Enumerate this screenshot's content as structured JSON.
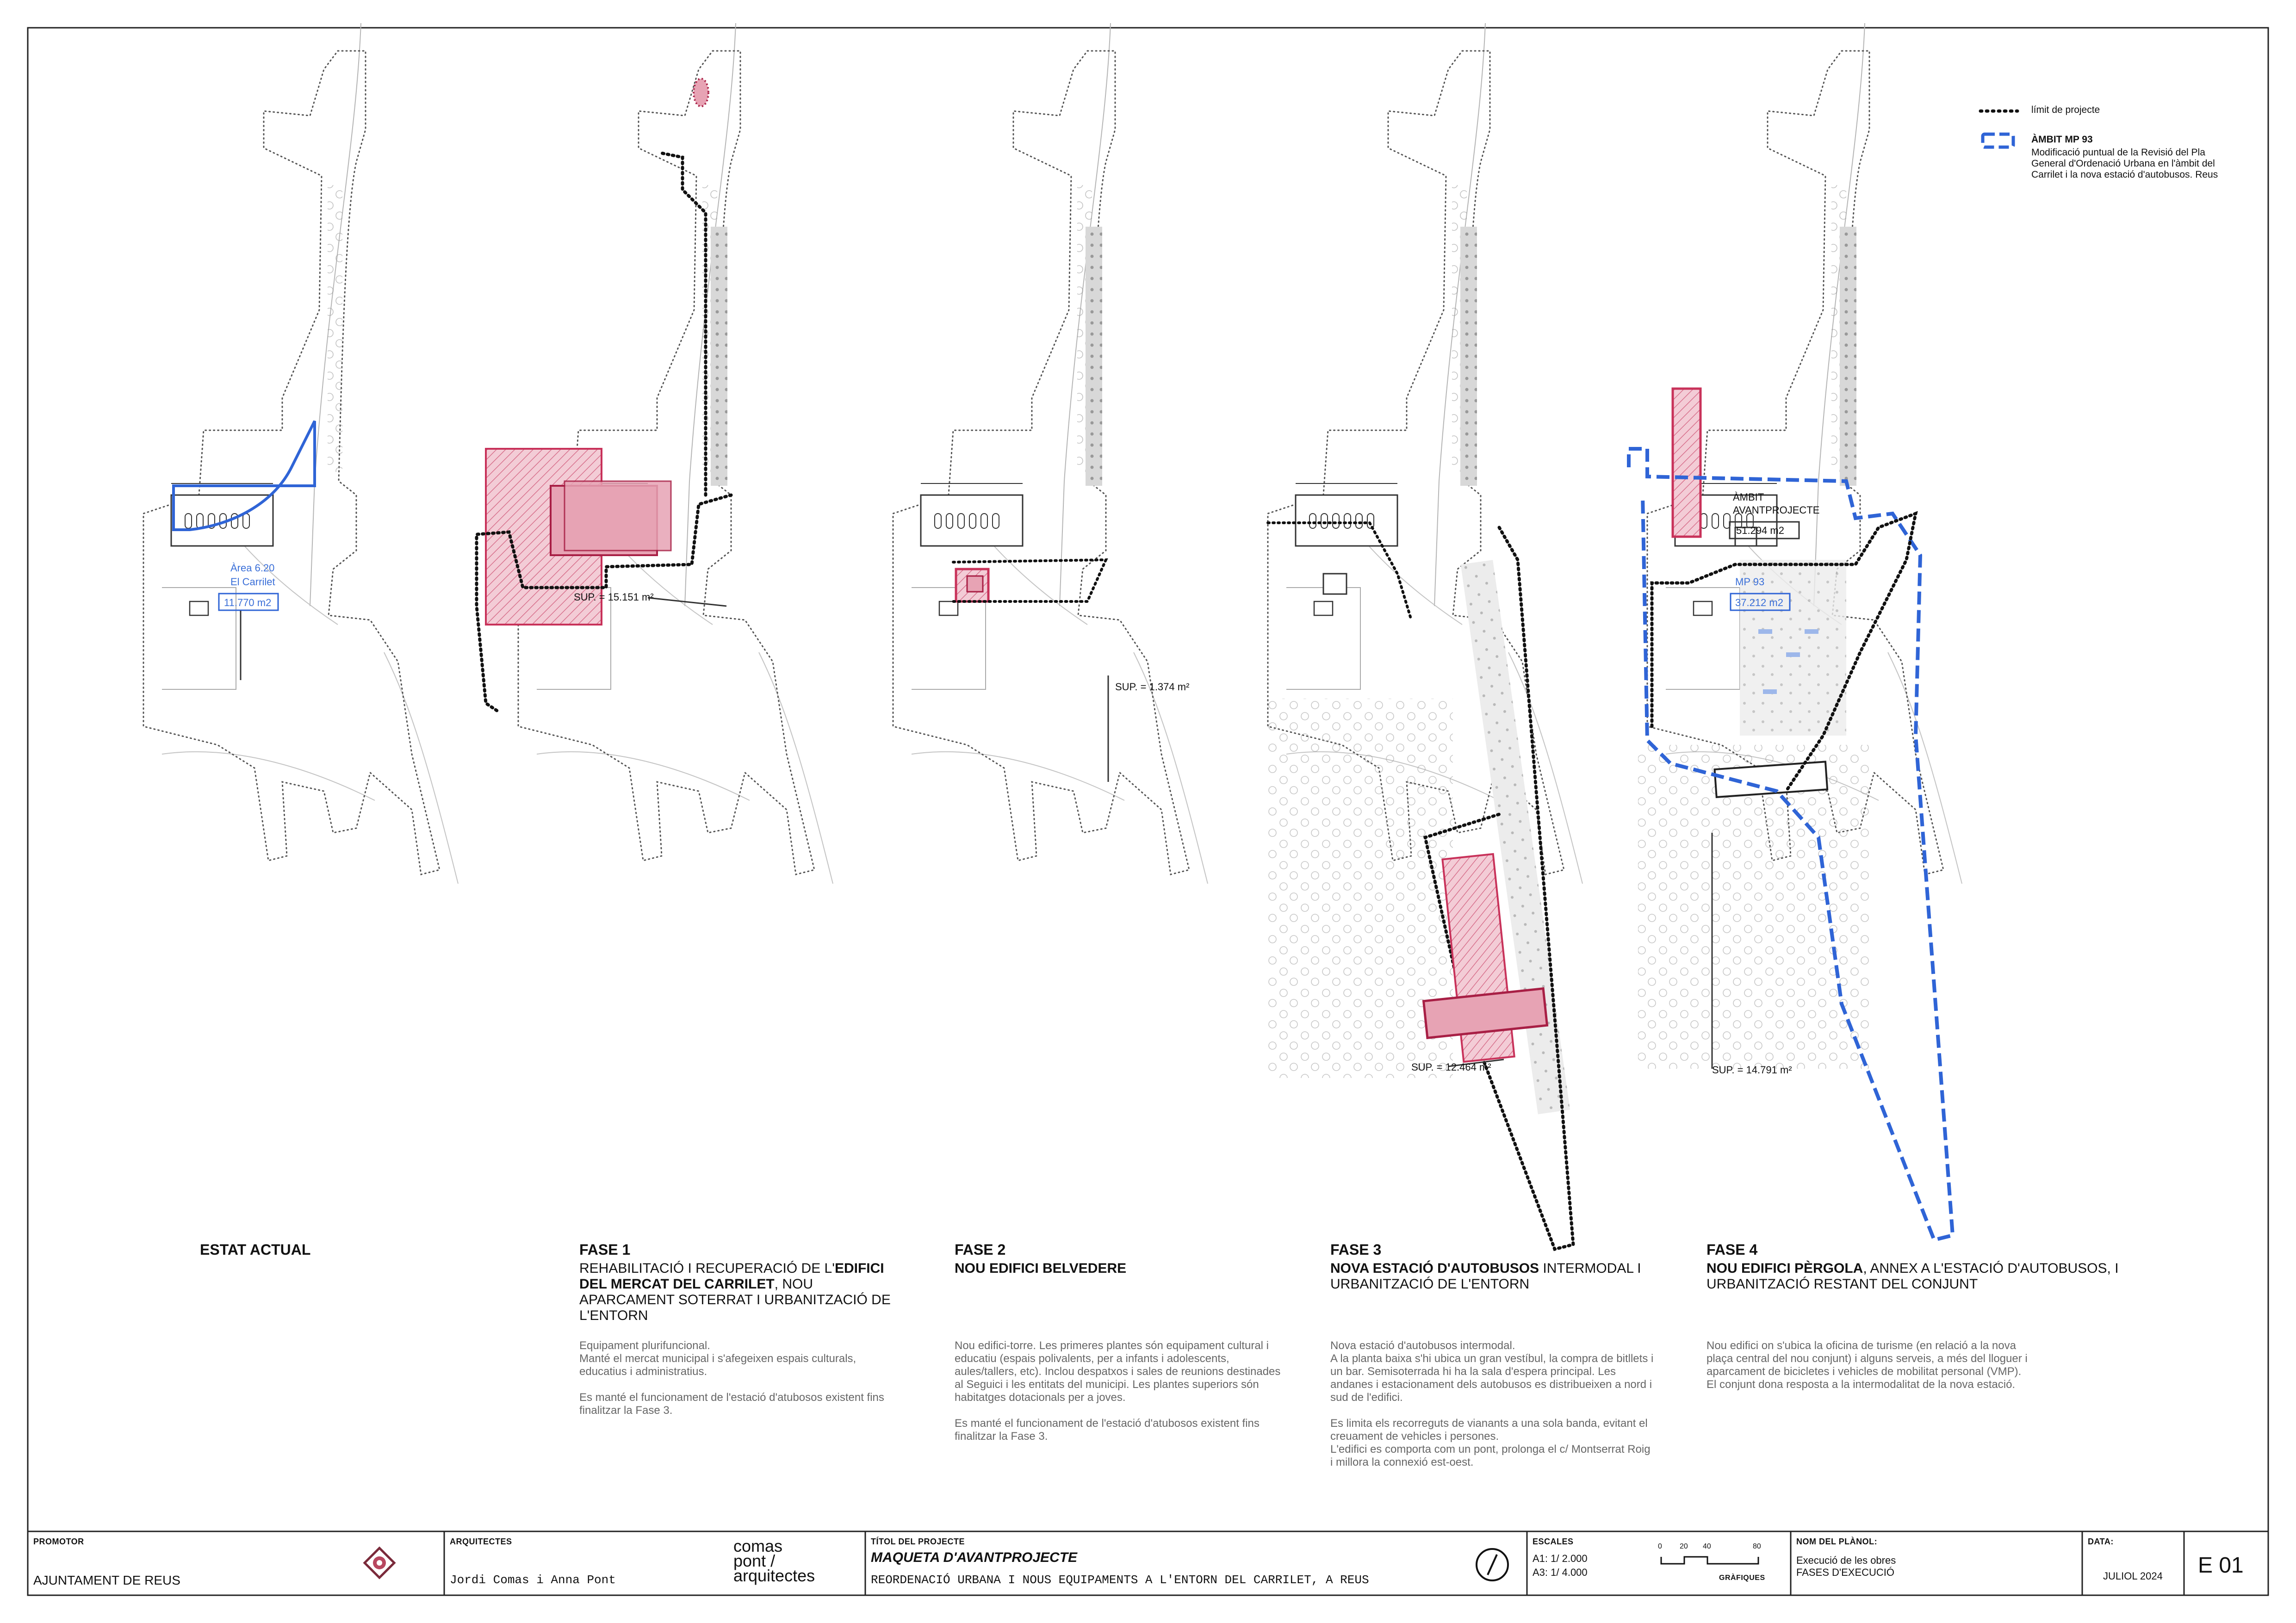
{
  "legend": {
    "limit_label": "límit de projecte",
    "mp_title": "ÀMBIT MP 93",
    "mp_desc": "Modificació puntual de la Revisió del Pla General d'Ordenació Urbana en l'àmbit del Carrilet i la nova estació d'autobusos. Reus"
  },
  "annotations": {
    "p0_area_title": "Àrea 6.20",
    "p0_area_name": "El Carrilet",
    "p0_area_value": "11.770 m2",
    "p1_sup": "SUP. = 15.151 m²",
    "p2_sup": "SUP. = 1.374 m²",
    "p3_sup": "SUP. = 12.464 m²",
    "p4_ambit_1": "ÀMBIT",
    "p4_ambit_2": "AVANTPROJECTE",
    "p4_ambit_value": "51.294 m2",
    "p4_mp_label": "MP 93",
    "p4_mp_value": "37.212 m2",
    "p4_sup": "SUP. = 14.791 m²"
  },
  "phases": [
    {
      "title": "ESTAT ACTUAL",
      "subtitle_pre": "",
      "subtitle_bold": "",
      "subtitle_post": "",
      "desc": ""
    },
    {
      "title": "FASE 1",
      "subtitle_pre": "REHABILITACIÓ I RECUPERACIÓ DE\nL'",
      "subtitle_bold": "EDIFICI DEL MERCAT DEL CARRILET",
      "subtitle_post": ", NOU APARCAMENT SOTERRAT I URBANITZACIÓ DE L'ENTORN",
      "desc": "Equipament plurifuncional.\nManté el mercat municipal i s'afegeixen espais culturals, educatius i administratius.\n\nEs manté el funcionament de l'estació d'atubosos existent fins finalitzar la Fase 3."
    },
    {
      "title": "FASE 2",
      "subtitle_pre": "",
      "subtitle_bold": "NOU EDIFICI BELVEDERE",
      "subtitle_post": "",
      "desc": "Nou edifici-torre. Les primeres plantes són equipament cultural i educatiu (espais polivalents, per a infants i adolescents, aules/tallers, etc). Inclou despatxos i sales de reunions destinades al Seguici i les entitats del municipi. Les plantes superiors són habitatges dotacionals per a joves.\n\nEs manté el funcionament de l'estació d'atubosos existent fins finalitzar la Fase 3."
    },
    {
      "title": "FASE 3",
      "subtitle_pre": "",
      "subtitle_bold": "NOVA ESTACIÓ D'AUTOBUSOS",
      "subtitle_post": " INTERMODAL I URBANITZACIÓ DE L'ENTORN",
      "desc": "Nova estació d'autobusos intermodal.\nA la planta baixa s'hi ubica un gran vestíbul, la compra de bitllets i un bar. Semisoterrada hi ha la sala d'espera principal. Les andanes i estacionament dels autobusos es distribueixen a nord i sud de l'edifici.\n\nEs limita els recorreguts de vianants a una sola banda, evitant el creuament de vehicles i persones.\nL'edifici es comporta com un pont, prolonga el c/ Montserrat Roig i millora la connexió est-oest."
    },
    {
      "title": "FASE 4",
      "subtitle_pre": "",
      "subtitle_bold": "NOU EDIFICI PÈRGOLA",
      "subtitle_post": ", ANNEX A L'ESTACIÓ D'AUTOBUSOS, I URBANITZACIÓ RESTANT DEL CONJUNT",
      "desc": "Nou edifici on s'ubica la oficina de turisme (en relació a la nova plaça central del nou conjunt) i alguns serveis, a més del lloguer i aparcament de bicicletes i vehicles de mobilitat personal (VMP).\nEl conjunt dona resposta a la intermodalitat de la nova estació."
    }
  ],
  "titleblock": {
    "promotor_label": "PROMOTOR",
    "promotor": "AJUNTAMENT DE REUS",
    "arquitectes_label": "ARQUITECTES",
    "arquitectes": "Jordi Comas i Anna Pont",
    "logo_1": "comas",
    "logo_2": "pont /",
    "logo_3": "arquitectes",
    "titol_label": "TÍTOL DEL PROJECTE",
    "titol": "MAQUETA D'AVANTPROJECTE",
    "titol_sub": "REORDENACIÓ URBANA I NOUS EQUIPAMENTS A L'ENTORN DEL CARRILET, A REUS",
    "escales_label": "ESCALES",
    "escala_a1": "A1: 1/ 2.000",
    "escala_a3": "A3: 1/ 4.000",
    "scale_0": "0",
    "scale_20": "20",
    "scale_40": "40",
    "scale_80": "80",
    "grafiques": "GRÀFIQUES",
    "nom_label": "NOM DEL PLÀNOL:",
    "nom_1": "Execució de les obres",
    "nom_2": "FASES D'EXECUCIÓ",
    "data_label": "DATA:",
    "data": "JULIOL 2024",
    "code": "E 01"
  },
  "colors": {
    "highlight": "#c8325a",
    "highlight_fill": "#e7a3b4",
    "mp_blue": "#2f64d6",
    "area_blue": "#4a78d6"
  }
}
